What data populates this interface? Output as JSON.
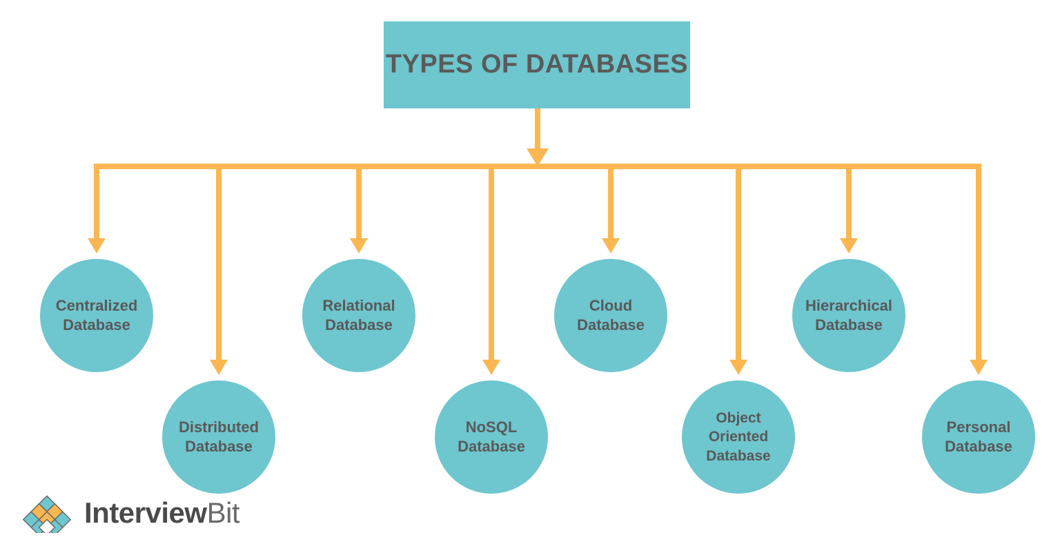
{
  "diagram": {
    "title": "TYPES OF DATABASES",
    "colors": {
      "teal": "#6EC6CE",
      "orange": "#FAB751",
      "text_gray": "#595959",
      "background": "#FFFFFF"
    },
    "nodes": [
      {
        "id": "centralized",
        "label": "Centralized\nDatabase",
        "row": "upper"
      },
      {
        "id": "distributed",
        "label": "Distributed\nDatabase",
        "row": "lower"
      },
      {
        "id": "relational",
        "label": "Relational\nDatabase",
        "row": "upper"
      },
      {
        "id": "nosql",
        "label": "NoSQL\nDatabase",
        "row": "lower"
      },
      {
        "id": "cloud",
        "label": "Cloud\nDatabase",
        "row": "upper"
      },
      {
        "id": "object",
        "label": "Object\nOriented\nDatabase",
        "row": "lower"
      },
      {
        "id": "hierarchical",
        "label": "Hierarchical\nDatabase",
        "row": "upper"
      },
      {
        "id": "personal",
        "label": "Personal\nDatabase",
        "row": "lower"
      }
    ]
  },
  "branding": {
    "name_bold": "Interview",
    "name_light": "Bit"
  }
}
